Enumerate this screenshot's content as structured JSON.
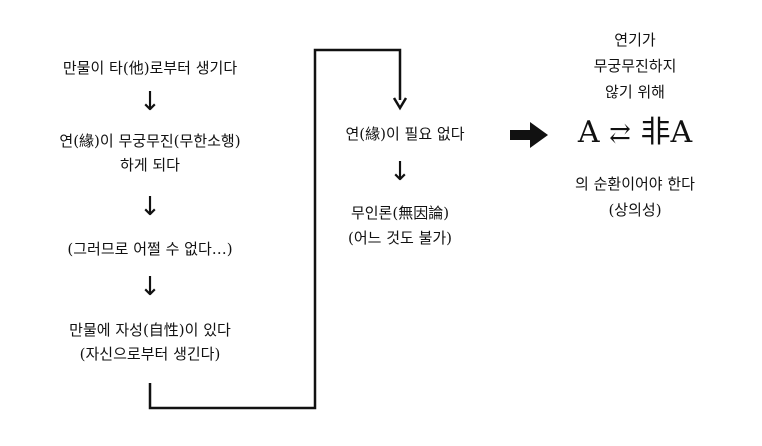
{
  "diagram": {
    "left_column": {
      "step1": "만물이 타(他)로부터 생기다",
      "step2_line1": "연(緣)이 무궁무진(무한소행)",
      "step2_line2": "하게 되다",
      "step3": "(그러므로 어쩔 수 없다…)",
      "step4_line1": "만물에 자성(自性)이 있다",
      "step4_line2": "(자신으로부터 생긴다)"
    },
    "middle_column": {
      "step1": "연(緣)이 필요 없다",
      "step2_line1": "무인론(無因論)",
      "step2_line2": "(어느 것도 불가)"
    },
    "right_column": {
      "intro_line1": "연기가",
      "intro_line2": "무궁무진하지",
      "intro_line3": "않기 위해",
      "formula_left": "A",
      "formula_arrows": "⇄",
      "formula_right": "非A",
      "outro_line1": "의 순환이어야 한다",
      "outro_line2": "(상의성)"
    },
    "arrow_glyph": "↓"
  }
}
